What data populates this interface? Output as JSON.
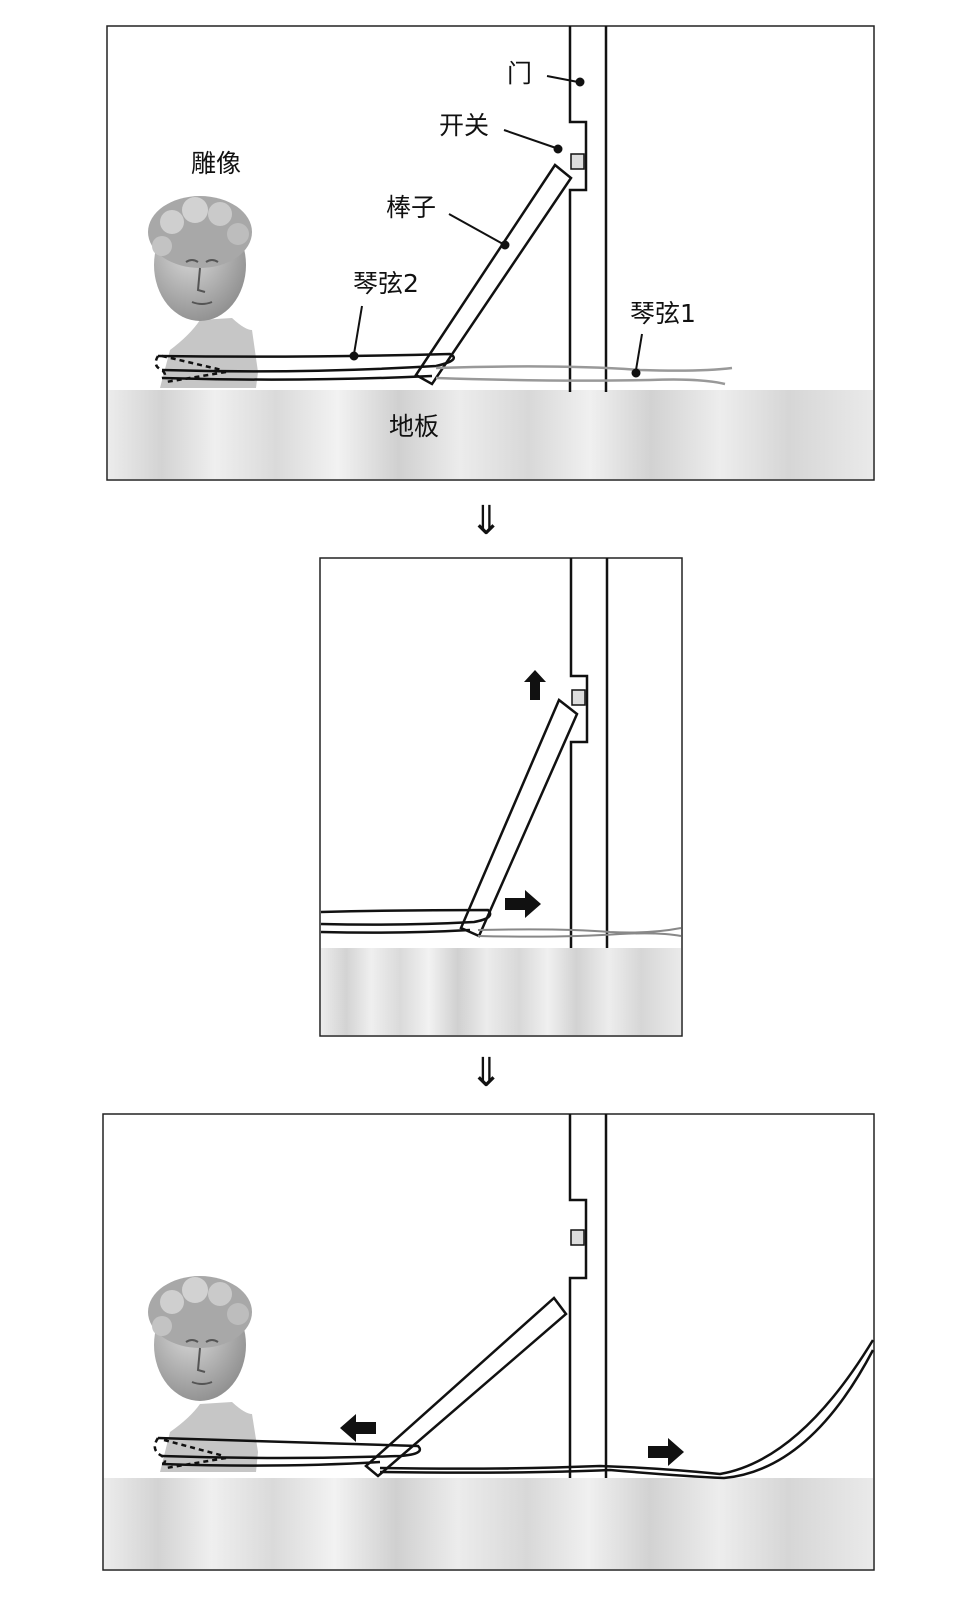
{
  "labels": {
    "door": "门",
    "switch": "开关",
    "stick": "棒子",
    "statue": "雕像",
    "string2": "琴弦2",
    "string1": "琴弦1",
    "floor": "地板"
  },
  "transition_arrow": "⇓",
  "colors": {
    "line": "#111111",
    "floor_light": "#ebebeb",
    "floor_mid": "#d6d6d6",
    "bust": "#b9b9b9"
  }
}
